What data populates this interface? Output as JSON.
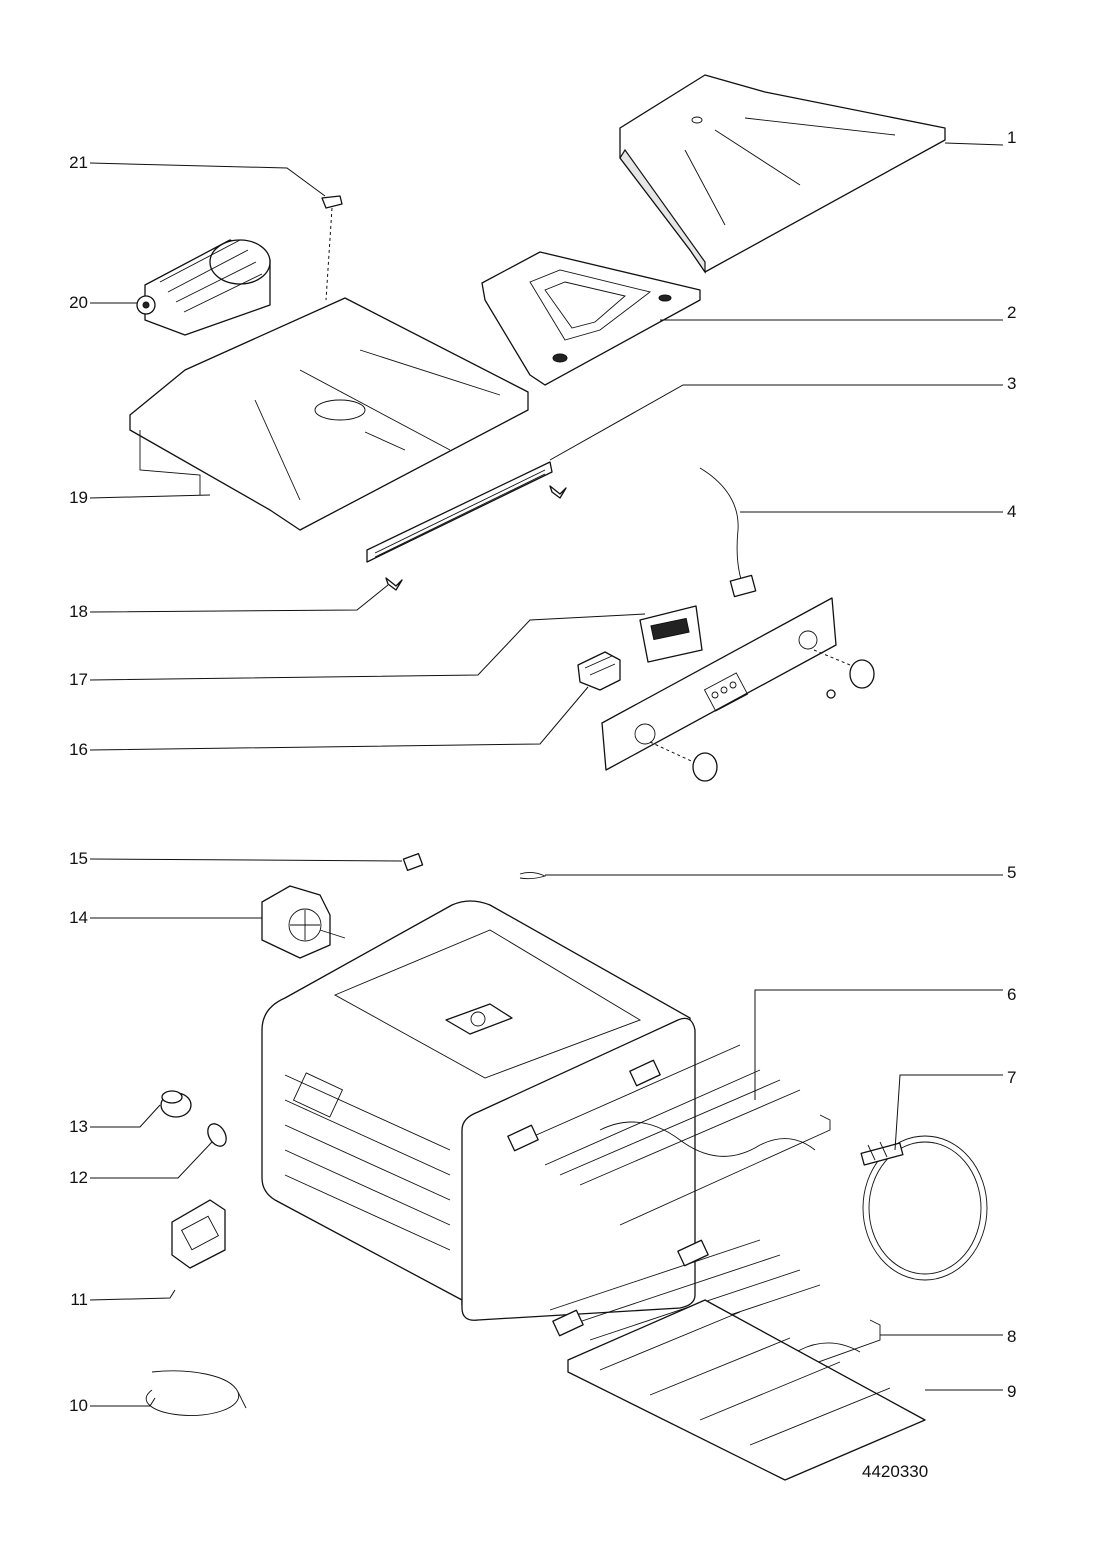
{
  "callouts": [
    {
      "id": "1"
    },
    {
      "id": "2"
    },
    {
      "id": "3"
    },
    {
      "id": "4"
    },
    {
      "id": "5"
    },
    {
      "id": "6"
    },
    {
      "id": "7"
    },
    {
      "id": "8"
    },
    {
      "id": "9"
    },
    {
      "id": "10"
    },
    {
      "id": "11"
    },
    {
      "id": "12"
    },
    {
      "id": "13"
    },
    {
      "id": "14"
    },
    {
      "id": "15"
    },
    {
      "id": "16"
    },
    {
      "id": "17"
    },
    {
      "id": "18"
    },
    {
      "id": "19"
    },
    {
      "id": "20"
    },
    {
      "id": "21"
    }
  ],
  "document_number": "4420330"
}
